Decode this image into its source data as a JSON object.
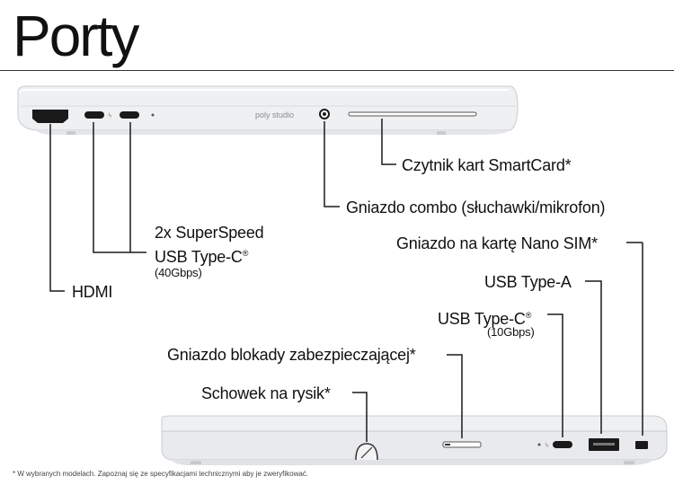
{
  "title": "Porty",
  "brand_text": "poly studio",
  "labels": {
    "smartcard": "Czytnik kart SmartCard*",
    "combo": "Gniazdo combo (słuchawki/mikrofon)",
    "usbc_40_line1": "2x SuperSpeed",
    "usbc_40_line2": "USB Type-C",
    "usbc_40_speed": "(40Gbps)",
    "hdmi": "HDMI",
    "nanosim": "Gniazdo na kartę Nano SIM*",
    "usba": "USB Type-A",
    "usbc_10": "USB Type-C",
    "usbc_10_speed": "(10Gbps)",
    "lock": "Gniazdo blokady zabezpieczającej*",
    "stylus": "Schowek na rysik*",
    "registered": "®"
  },
  "footnote": "* W wybranych modelach. Zapoznaj się ze specyfikacjami technicznymi aby je zweryfikować."
}
